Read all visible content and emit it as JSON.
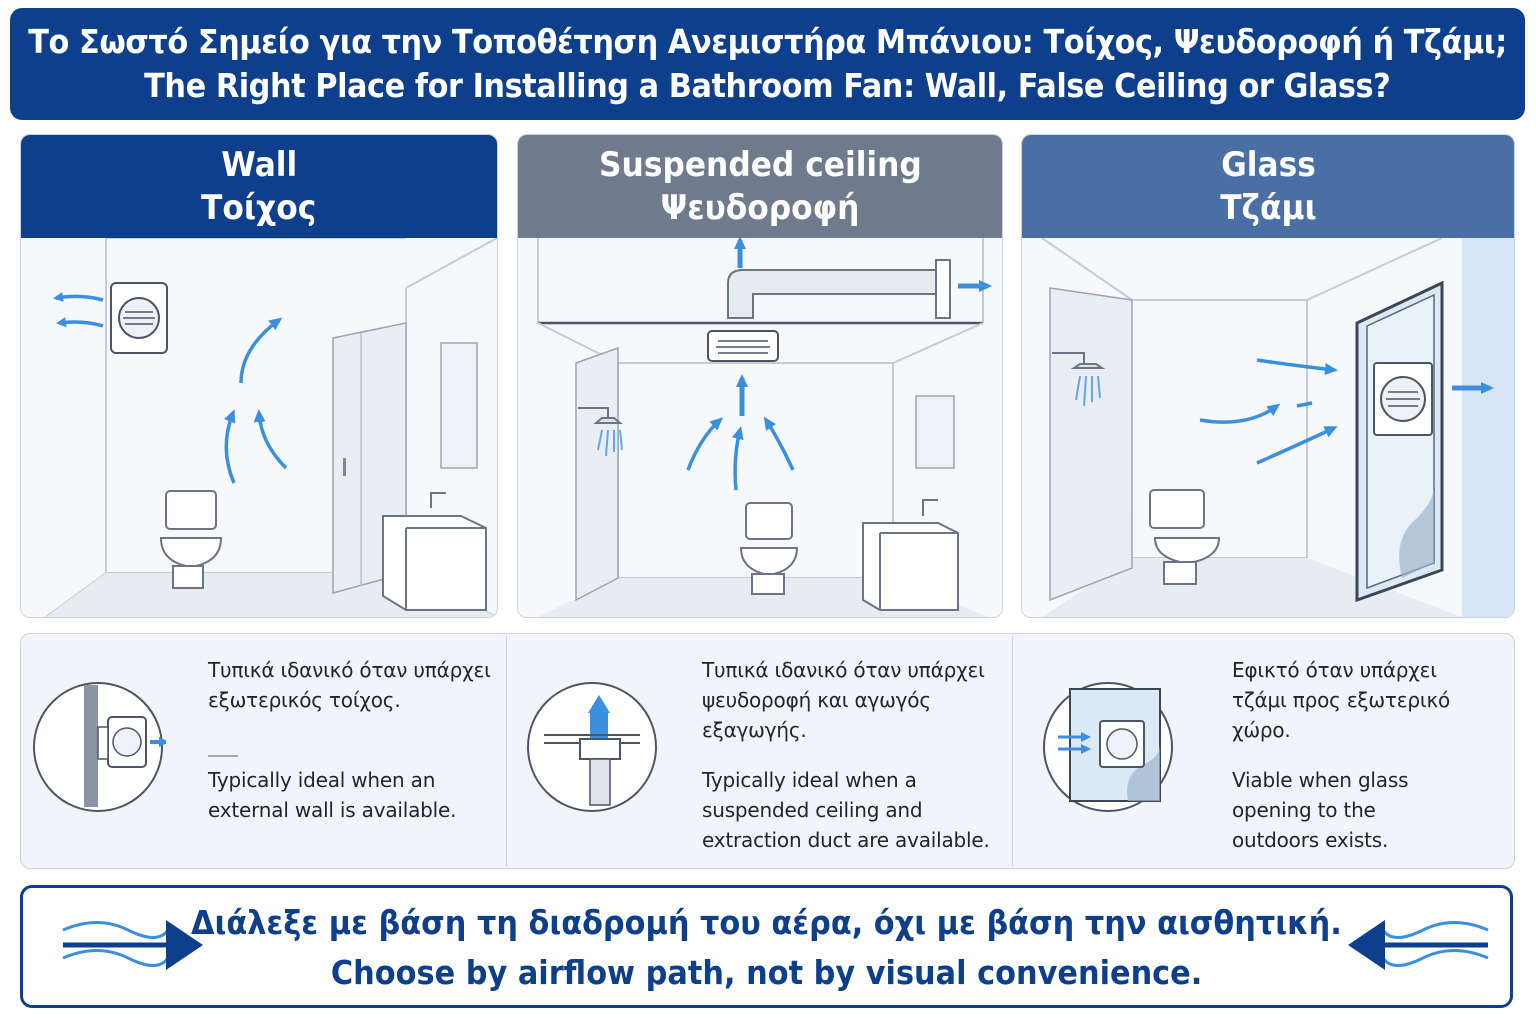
{
  "title": {
    "greek": "Το Σωστό Σημείο για την Τοποθέτηση Ανεμιστήρα Μπάνιου: Τοίχος, Ψευδοροφή ή Τζάμι;",
    "english": "The Right Place for Installing a Bathroom Fan: Wall, False Ceiling or Glass?"
  },
  "panels": [
    {
      "name_en": "Wall",
      "name_gr": "Τοίχος",
      "header_color": "#0e3f8c",
      "desc_gr": "Τυπικά ιδανικό όταν υπάρχει\nεξωτερικός τοίχος.",
      "desc_en": "Typically ideal when an\nexternal wall is available."
    },
    {
      "name_en": "Suspended ceiling",
      "name_gr": "Ψευδοροφή",
      "header_color": "#6f7b8c",
      "desc_gr": "Τυπικά ιδανικό όταν υπάρχει\nψευδοροφή και αγωγός\nεξαγωγής.",
      "desc_en": "Typically ideal when a\nsuspended ceiling and\nextraction duct are available."
    },
    {
      "name_en": "Glass",
      "name_gr": "Τζάμι",
      "header_color": "#4a6fa5",
      "desc_gr": "Εφικτό όταν υπάρχει\nτζάμι προς εξωτερικό\nχώρο.",
      "desc_en": "Viable when glass\nopening to the\noutdoors exists."
    }
  ],
  "footer": {
    "greek": "Διάλεξε με βάση τη διαδρομή του αέρα, όχι με βάση την αισθητική.",
    "english": "Choose by airflow path, not by visual convenience."
  },
  "colors": {
    "brand": "#0e3f8c",
    "airflow": "#3a8fe0"
  }
}
